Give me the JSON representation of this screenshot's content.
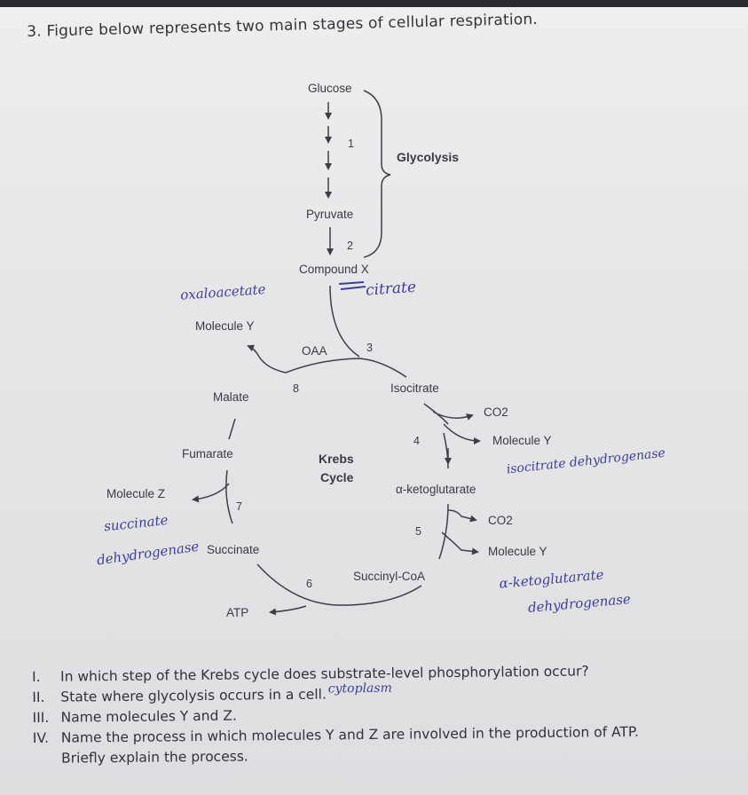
{
  "question": {
    "title": "3. Figure below represents two main stages of cellular respiration."
  },
  "diagram": {
    "glucose": "Glucose",
    "step1": "1",
    "glycolysis": "Glycolysis",
    "pyruvate": "Pyruvate",
    "step2": "2",
    "compound_x": "Compound X",
    "molecule_y_top": "Molecule Y",
    "oaa": "OAA",
    "step3": "3",
    "malate": "Malate",
    "step8": "8",
    "isocitrate": "Isocitrate",
    "co2_a": "CO2",
    "step4": "4",
    "molecule_y_a": "Molecule Y",
    "fumarate": "Fumarate",
    "krebs": "Krebs",
    "cycle": "Cycle",
    "alpha_ketoglutarate": "α-ketoglutarate",
    "molecule_z": "Molecule Z",
    "step7": "7",
    "co2_b": "CO2",
    "step5": "5",
    "succinate": "Succinate",
    "molecule_y_b": "Molecule Y",
    "step6": "6",
    "succinyl_coa": "Succinyl-CoA",
    "atp": "ATP"
  },
  "handwriting": {
    "oxaloacetate": "oxaloacetate",
    "citrate": "citrate",
    "isocitrate_dh": "isocitrate dehydrogenase",
    "succinate": "succinate",
    "dehydrogenase_z": "dehydrogenase",
    "akg_dh_1": "α-ketoglutarate",
    "akg_dh_2": "dehydrogenase",
    "cytoplasm": "cytoplasm"
  },
  "questions": {
    "q1_num": "I.",
    "q1": "In which step of the Krebs cycle does substrate-level phosphorylation occur?",
    "q2_num": "II.",
    "q2": "State where glycolysis occurs in a cell.",
    "q3_num": "III.",
    "q3": "Name molecules Y and Z.",
    "q4_num": "IV.",
    "q4": "Name the process in which molecules Y and Z are involved in the production of ATP.",
    "q4b": "Briefly explain the process."
  },
  "colors": {
    "ink_print": "#3e3e44",
    "ink_pen": "#3d3f9a",
    "paper": "#e6e6e8"
  }
}
